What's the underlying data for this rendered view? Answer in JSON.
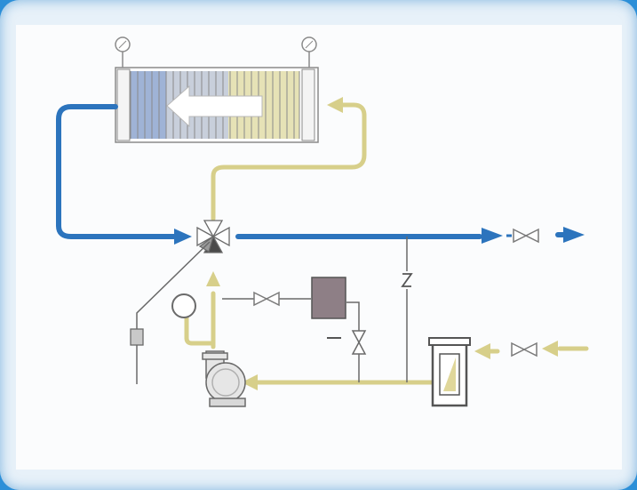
{
  "diagram": {
    "colors": {
      "background": "#fbfcfd",
      "frame": "#e7f1f9",
      "frame_border": "#2c8fd8",
      "cold_line": "#2c74bd",
      "hot_line": "#d7cf8a",
      "line": "#6a6a6a",
      "tank": "#8e7f86"
    },
    "components": [
      {
        "id": "heat-exchanger",
        "icon": "heat-exchanger-icon"
      },
      {
        "id": "pressure-gauge-left",
        "icon": "gauge-icon"
      },
      {
        "id": "pressure-gauge-right",
        "icon": "gauge-icon"
      },
      {
        "id": "three-way-valve",
        "icon": "three-way-valve-icon"
      },
      {
        "id": "pump",
        "icon": "centrifugal-pump-icon"
      },
      {
        "id": "expansion-tank",
        "icon": "tank-icon"
      },
      {
        "id": "filter",
        "icon": "filter-icon"
      },
      {
        "id": "temperature-sensor",
        "icon": "sensor-icon"
      },
      {
        "id": "pressure-gauge-pump",
        "icon": "gauge-icon"
      }
    ]
  }
}
